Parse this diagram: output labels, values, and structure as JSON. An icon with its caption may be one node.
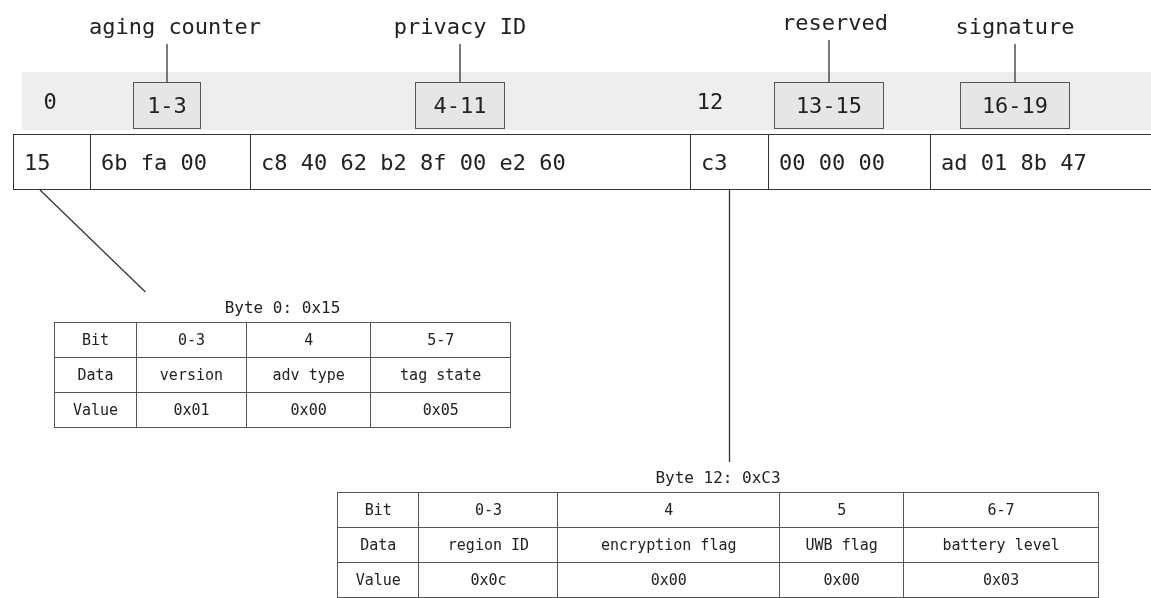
{
  "diagram": {
    "nodes": [
      {
        "text": [
          "aging counter"
        ]
      },
      {
        "text": [
          "privacy ID"
        ]
      },
      {
        "text": [
          "reserved"
        ]
      },
      {
        "text": [
          "signature"
        ]
      },
      {
        "text": [
          "1-3"
        ]
      },
      {
        "text": [
          "4-11"
        ]
      },
      {
        "text": [
          "13-15"
        ]
      },
      {
        "text": [
          "16-19"
        ]
      },
      {
        "text": [
          "15"
        ]
      },
      {
        "text": [
          "6b fa 00"
        ]
      },
      {
        "text": [
          "c8 40 62 b2 8f 00 e2 60"
        ]
      },
      {
        "text": [
          "c3"
        ]
      },
      {
        "text": [
          "00 00 00"
        ]
      },
      {
        "text": [
          "ad 01 8b 47"
        ]
      },
      {
        "text": [
          "Byte 0: 0x15"
        ]
      },
      {
        "text": [
          "Byte 12: 0xC3"
        ]
      }
    ],
    "edges": [
      {
        "from": 0,
        "to": 4,
        "arrow": "none"
      },
      {
        "from": 1,
        "to": 5,
        "arrow": "none"
      },
      {
        "from": 2,
        "to": 6,
        "arrow": "none"
      },
      {
        "from": 3,
        "to": 7,
        "arrow": "none"
      },
      {
        "from": 8,
        "to": 14,
        "arrow": "none"
      },
      {
        "from": 11,
        "to": 15,
        "arrow": "none"
      }
    ],
    "labels": [
      "0",
      "12",
      "Bit",
      "0-3",
      "4",
      "5-7",
      "Data",
      "version",
      "adv type",
      "tag state",
      "Value",
      "0x01",
      "0x00",
      "0x05",
      "Bit",
      "0-3",
      "4",
      "5",
      "6-7",
      "Data",
      "region ID",
      "encryption flag",
      "UWB flag",
      "battery level",
      "Value",
      "0x0c",
      "0x00",
      "0x00",
      "0x03"
    ]
  }
}
